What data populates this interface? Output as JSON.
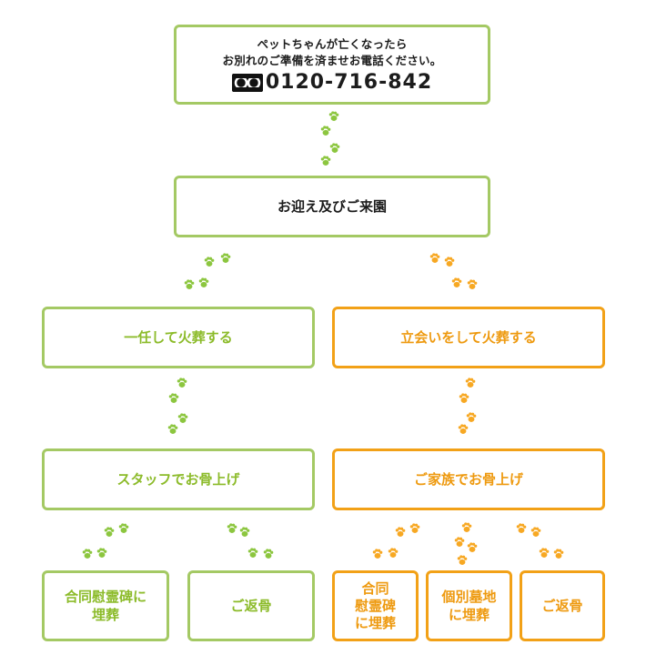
{
  "top": {
    "line1": "ペットちゃんが亡くなったら",
    "line2": "お別れのご準備を済ませお電話ください。",
    "freedial_icon": "free-dial-icon",
    "phone": "0120-716-842"
  },
  "reception": {
    "label": "お迎え及びご来園"
  },
  "branch_left": {
    "label": "一任して火葬する"
  },
  "branch_right": {
    "label": "立会いをして火葬する"
  },
  "bones_left": {
    "label": "スタッフでお骨上げ"
  },
  "bones_right": {
    "label": "ご家族でお骨上げ"
  },
  "outcomes_left": [
    {
      "label": "合同慰霊碑に\n埋葬"
    },
    {
      "label": "ご返骨"
    }
  ],
  "outcomes_right": [
    {
      "label": "合同\n慰霊碑\nに埋葬"
    },
    {
      "label": "個別墓地\nに埋葬"
    },
    {
      "label": "ご返骨"
    }
  ],
  "colors": {
    "green_border": "#a4c964",
    "green_text": "#8cbb2a",
    "orange_border": "#f2a117",
    "orange_text": "#ee9a10",
    "paw_green": "#8cc63f",
    "paw_orange": "#f7a823"
  }
}
